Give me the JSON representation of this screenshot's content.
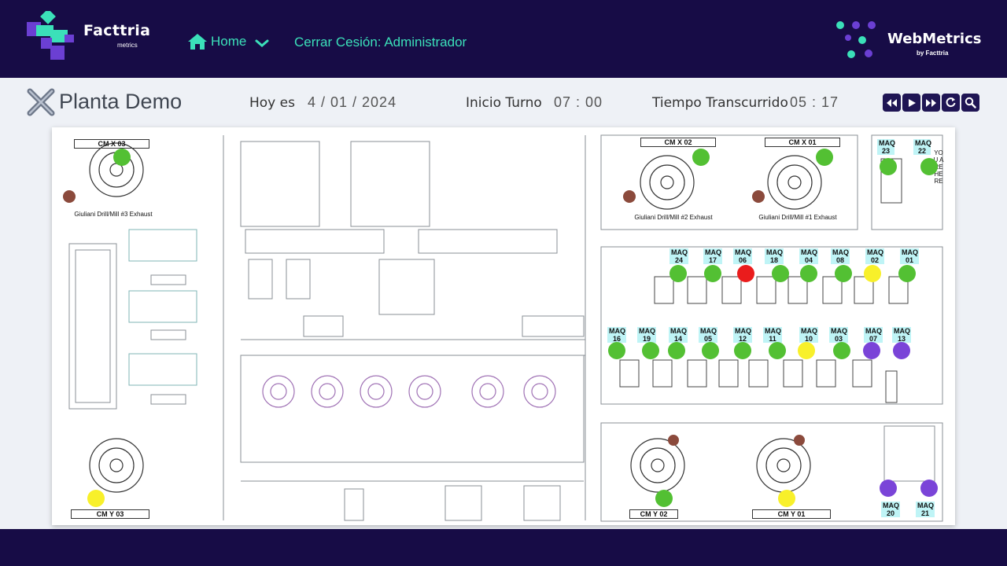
{
  "header": {
    "brand": "Facttria",
    "brand_sub": "metrics",
    "nav_home": "Home",
    "logout": "Cerrar Cesión: Administrador",
    "webmetrics": "WebMetrics",
    "webmetrics_sub": "by Facttria"
  },
  "info": {
    "plant": "Planta Demo",
    "today_label": "Hoy es",
    "today_value": "4 / 01 / 2024",
    "shift_label": "Inicio Turno",
    "shift_value": "07 :  00",
    "elapsed_label": "Tiempo Transcurrido",
    "elapsed_value": "05 :  17"
  },
  "colors": {
    "green": "#53c033",
    "red": "#ea1c1c",
    "yellow": "#f8f02a",
    "purple": "#7a44d8",
    "header_bg": "#170c46",
    "accent": "#3be0b9"
  },
  "plan_texts": {
    "cmx03": "CM X 03",
    "cmx02": "CM X 02",
    "cmx01": "CM X 01",
    "cmy03": "CM Y 03",
    "cmy02": "CM Y 02",
    "cmy01": "CM Y 01",
    "you_are_here": "YOU ARE HERE",
    "drill_top_left": "Giuliani Drill/Mill #3 Exhaust",
    "drill_top_mid": "Giuliani Drill/Mill #2 Exhaust",
    "drill_top_right": "Giuliani Drill/Mill #1 Exhaust"
  },
  "machines": [
    {
      "id": "cmx03",
      "status": "green"
    },
    {
      "id": "cmx02",
      "status": "green"
    },
    {
      "id": "cmx01",
      "status": "green"
    },
    {
      "id": "cmy03",
      "status": "yellow"
    },
    {
      "id": "cmy02",
      "status": "green"
    },
    {
      "id": "cmy01",
      "status": "yellow"
    },
    {
      "id": "23",
      "label": "MAQ 23",
      "status": "green"
    },
    {
      "id": "22",
      "label": "MAQ 22",
      "status": "green"
    },
    {
      "id": "24",
      "label": "MAQ 24",
      "status": "green"
    },
    {
      "id": "17",
      "label": "MAQ 17",
      "status": "green"
    },
    {
      "id": "06",
      "label": "MAQ 06",
      "status": "red"
    },
    {
      "id": "18",
      "label": "MAQ 18",
      "status": "green"
    },
    {
      "id": "04",
      "label": "MAQ 04",
      "status": "green"
    },
    {
      "id": "08",
      "label": "MAQ 08",
      "status": "green"
    },
    {
      "id": "02",
      "label": "MAQ 02",
      "status": "yellow"
    },
    {
      "id": "01",
      "label": "MAQ 01",
      "status": "green"
    },
    {
      "id": "16",
      "label": "MAQ 16",
      "status": "green"
    },
    {
      "id": "19",
      "label": "MAQ 19",
      "status": "green"
    },
    {
      "id": "14",
      "label": "MAQ 14",
      "status": "green"
    },
    {
      "id": "05",
      "label": "MAQ 05",
      "status": "green"
    },
    {
      "id": "12",
      "label": "MAQ 12",
      "status": "green"
    },
    {
      "id": "11",
      "label": "MAQ 11",
      "status": "green"
    },
    {
      "id": "10",
      "label": "MAQ 10",
      "status": "yellow"
    },
    {
      "id": "03",
      "label": "MAQ 03",
      "status": "green"
    },
    {
      "id": "07",
      "label": "MAQ 07",
      "status": "purple"
    },
    {
      "id": "13",
      "label": "MAQ 13",
      "status": "purple"
    },
    {
      "id": "20",
      "label": "MAQ 20",
      "status": "purple"
    },
    {
      "id": "21",
      "label": "MAQ 21",
      "status": "purple"
    }
  ]
}
